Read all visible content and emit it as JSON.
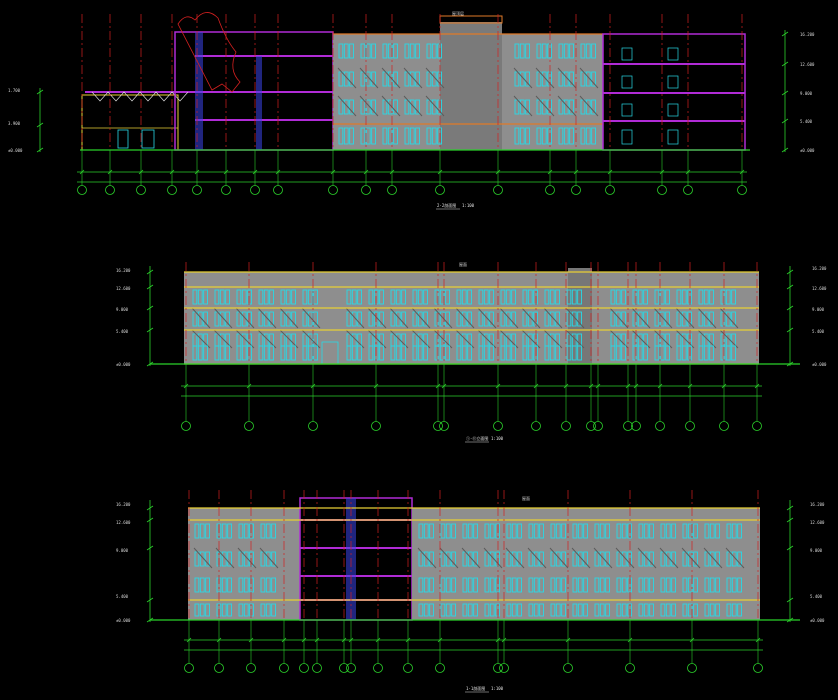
{
  "colors": {
    "background": "#000000",
    "grid_red": "#d42020",
    "dim_green": "#2bd12b",
    "facade_grey": "#8e8e8e",
    "window_cyan": "#27d9e6",
    "floor_yellow": "#e8d035",
    "slab_orange": "#e07a28",
    "section_magenta": "#b02bd6",
    "section_blue": "#3a44e8",
    "text_white": "#dcdcdc"
  },
  "drawings": [
    {
      "key": "top",
      "caption": "2-2剖面图",
      "caption_scale": "1:100",
      "top_label": "屋顶层",
      "elevations_left": [
        "1.700",
        "3.900",
        "±0.000"
      ],
      "elevations_right": [
        "16.200",
        "12.600",
        "9.000",
        "5.400",
        "±0.000"
      ]
    },
    {
      "key": "middle",
      "caption": "①-⑪立面图",
      "caption_scale": "1:100",
      "top_label": "屋面",
      "elevations_left": [
        "16.200",
        "12.600",
        "9.000",
        "5.400",
        "±0.000"
      ],
      "elevations_right": [
        "16.200",
        "12.600",
        "9.000",
        "5.400",
        "±0.000"
      ]
    },
    {
      "key": "bottom",
      "caption": "1-1剖面图",
      "caption_scale": "1:100",
      "top_label": "屋面",
      "elevations_left": [
        "16.200",
        "12.600",
        "9.000",
        "5.400",
        "±0.000"
      ],
      "elevations_right": [
        "16.200",
        "12.600",
        "9.000",
        "5.400",
        "±0.000"
      ]
    }
  ]
}
